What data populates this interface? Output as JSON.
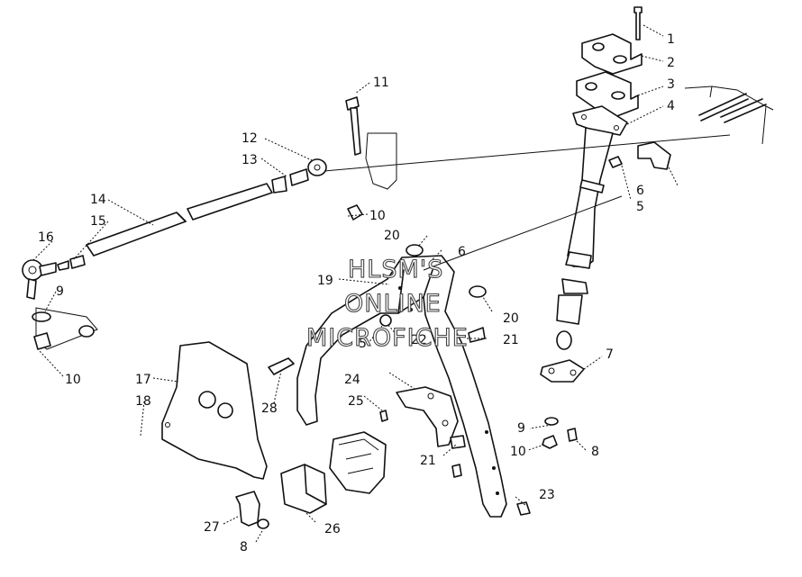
{
  "watermark": {
    "line1": "HLSM'S",
    "line2": "ONLINE",
    "line3": "MICROFICHE"
  },
  "callouts": {
    "c1": "1",
    "c2": "2",
    "c3": "3",
    "c4": "4",
    "c5a": "5",
    "c5b": "5",
    "c6a": "6",
    "c6b": "6",
    "c7": "7",
    "c8a": "8",
    "c8b": "8",
    "c9a": "9",
    "c9b": "9",
    "c10a": "10",
    "c10b": "10",
    "c10c": "10",
    "c11": "11",
    "c12": "12",
    "c13": "13",
    "c14": "14",
    "c15": "15",
    "c16": "16",
    "c17": "17",
    "c18": "18",
    "c19": "19",
    "c20a": "20",
    "c20b": "20",
    "c21a": "21",
    "c21b": "21",
    "c22": "22",
    "c23": "23",
    "c24": "24",
    "c25": "25",
    "c26": "26",
    "c27": "27",
    "c28": "28"
  }
}
